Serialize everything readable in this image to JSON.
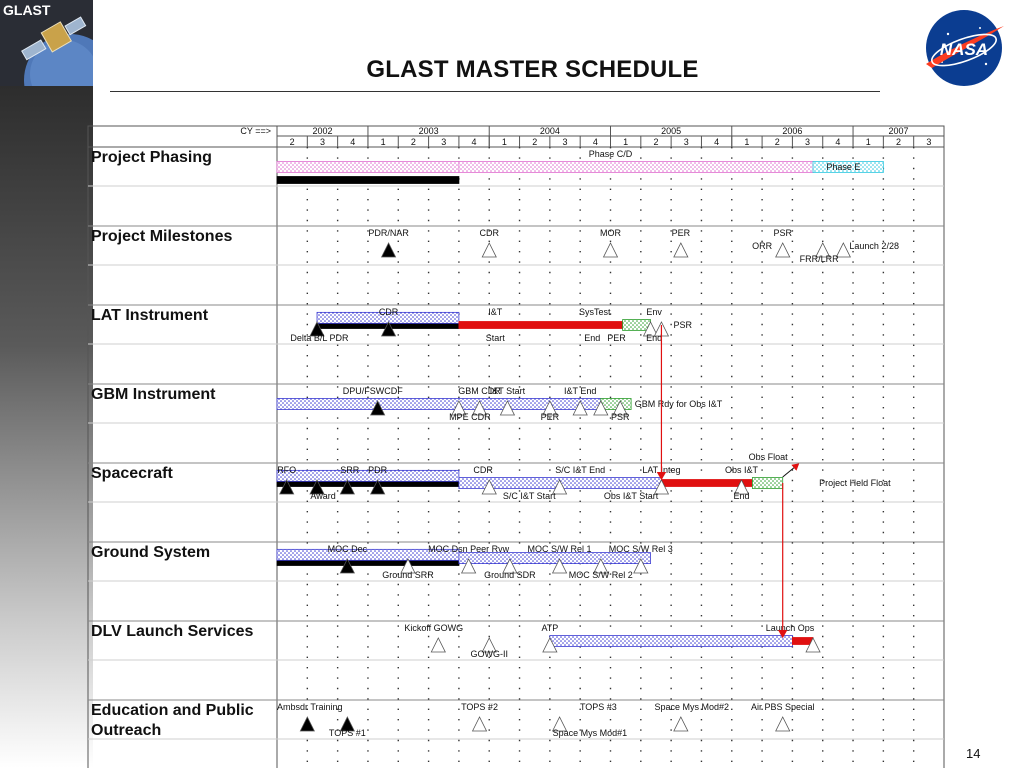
{
  "page": {
    "title": "GLAST MASTER SCHEDULE",
    "page_number": "14",
    "logos": {
      "left": {
        "text": "GLAST",
        "icon": "glast-satellite-logo"
      },
      "right": {
        "text": "NASA",
        "icon": "nasa-meatball-logo"
      }
    }
  },
  "colors": {
    "completed": "#000000",
    "planned": "#3c3cd2",
    "critical": "#e01010",
    "reserve": "#2e9e2e",
    "phase_cd": "#e070d0",
    "phase_e": "#30c8e0",
    "milestone_done": "#000000",
    "milestone_open": "#ffffff",
    "link": "#e01010"
  },
  "chart_data": {
    "type": "gantt",
    "title": "GLAST MASTER SCHEDULE",
    "axis_label": "CY ==>",
    "years": [
      {
        "label": "2002",
        "start": 2002.25
      },
      {
        "label": "2003",
        "start": 2003.0
      },
      {
        "label": "2004",
        "start": 2004.0
      },
      {
        "label": "2005",
        "start": 2005.0
      },
      {
        "label": "2006",
        "start": 2006.0
      },
      {
        "label": "2007",
        "start": 2007.0
      }
    ],
    "quarters": [
      "2",
      "3",
      "4",
      "1",
      "2",
      "3",
      "4",
      "1",
      "2",
      "3",
      "4",
      "1",
      "2",
      "3",
      "4",
      "1",
      "2",
      "3",
      "4",
      "1",
      "2",
      "3"
    ],
    "xlim": [
      2002.25,
      2007.75
    ],
    "rows": [
      {
        "label": "Project Phasing",
        "bars": [
          {
            "start": 2002.25,
            "end": 2003.75,
            "lane": 1,
            "status": "completed"
          },
          {
            "start": 2002.25,
            "end": 2003.75,
            "lane": 0,
            "status": "phase_cd"
          },
          {
            "start": 2003.75,
            "end": 2006.67,
            "lane": 0,
            "status": "phase_cd"
          },
          {
            "start": 2006.67,
            "end": 2007.25,
            "lane": 0,
            "status": "phase_e"
          }
        ],
        "milestones": [],
        "labels": [
          {
            "text": "Phase C/D",
            "x": 2005.0,
            "lane": -1,
            "anchor": "center"
          },
          {
            "text": "Phase E",
            "x": 2006.78,
            "lane": 0,
            "anchor": "start"
          }
        ]
      },
      {
        "label": "Project Milestones",
        "bars": [],
        "milestones": [
          {
            "x": 2003.17,
            "lane": 0,
            "done": true
          },
          {
            "x": 2004.0,
            "lane": 0,
            "done": false
          },
          {
            "x": 2005.0,
            "lane": 0,
            "done": false
          },
          {
            "x": 2005.58,
            "lane": 0,
            "done": false
          },
          {
            "x": 2006.42,
            "lane": 0,
            "done": false
          },
          {
            "x": 2006.75,
            "lane": 0,
            "done": false
          },
          {
            "x": 2006.92,
            "lane": 0,
            "done": false
          }
        ],
        "labels": [
          {
            "text": "PDR/NAR",
            "x": 2003.17,
            "lane": -1,
            "anchor": "center"
          },
          {
            "text": "CDR",
            "x": 2004.0,
            "lane": -1,
            "anchor": "center"
          },
          {
            "text": "MOR",
            "x": 2005.0,
            "lane": -1,
            "anchor": "center"
          },
          {
            "text": "PER",
            "x": 2005.58,
            "lane": -1,
            "anchor": "center"
          },
          {
            "text": "PSR",
            "x": 2006.42,
            "lane": -1,
            "anchor": "center"
          },
          {
            "text": "ORR",
            "x": 2006.25,
            "lane": 0,
            "anchor": "center"
          },
          {
            "text": "Launch 2/28",
            "x": 2006.97,
            "lane": 0,
            "anchor": "start"
          },
          {
            "text": "FRR/LRR",
            "x": 2006.72,
            "lane": 1,
            "anchor": "center"
          }
        ]
      },
      {
        "label": "LAT Instrument",
        "bars": [
          {
            "start": 2002.58,
            "end": 2003.75,
            "lane": 0,
            "status": "completed"
          },
          {
            "start": 2002.58,
            "end": 2003.75,
            "lane": -0.55,
            "status": "planned"
          },
          {
            "start": 2003.75,
            "end": 2005.1,
            "lane": 0,
            "status": "critical"
          },
          {
            "start": 2005.1,
            "end": 2005.33,
            "lane": 0,
            "status": "reserve"
          }
        ],
        "milestones": [
          {
            "x": 2002.58,
            "lane": 0,
            "done": true
          },
          {
            "x": 2003.17,
            "lane": 0,
            "done": true
          },
          {
            "x": 2005.33,
            "lane": 0,
            "done": false
          },
          {
            "x": 2005.42,
            "lane": 0,
            "done": false
          }
        ],
        "labels": [
          {
            "text": "CDR",
            "x": 2003.17,
            "lane": -1,
            "anchor": "center"
          },
          {
            "text": "I&T",
            "x": 2004.05,
            "lane": -1,
            "anchor": "center"
          },
          {
            "text": "SysTest",
            "x": 2004.87,
            "lane": -1,
            "anchor": "center"
          },
          {
            "text": "Env",
            "x": 2005.36,
            "lane": -1,
            "anchor": "center"
          },
          {
            "text": "PSR",
            "x": 2005.52,
            "lane": 0,
            "anchor": "start"
          },
          {
            "text": "Delta B/L PDR",
            "x": 2002.6,
            "lane": 1,
            "anchor": "center"
          },
          {
            "text": "Start",
            "x": 2004.05,
            "lane": 1,
            "anchor": "center"
          },
          {
            "text": "End",
            "x": 2004.85,
            "lane": 1,
            "anchor": "center"
          },
          {
            "text": "PER",
            "x": 2005.05,
            "lane": 1,
            "anchor": "center"
          },
          {
            "text": "End",
            "x": 2005.36,
            "lane": 1,
            "anchor": "center"
          }
        ]
      },
      {
        "label": "GBM Instrument",
        "bars": [
          {
            "start": 2002.25,
            "end": 2004.92,
            "lane": 0,
            "status": "planned"
          },
          {
            "start": 2004.92,
            "end": 2005.17,
            "lane": 0,
            "status": "reserve"
          }
        ],
        "milestones": [
          {
            "x": 2003.08,
            "lane": 0,
            "done": true
          },
          {
            "x": 2003.75,
            "lane": 0,
            "done": false
          },
          {
            "x": 2003.92,
            "lane": 0,
            "done": false
          },
          {
            "x": 2004.15,
            "lane": 0,
            "done": false
          },
          {
            "x": 2004.5,
            "lane": 0,
            "done": false
          },
          {
            "x": 2004.75,
            "lane": 0,
            "done": false
          },
          {
            "x": 2004.92,
            "lane": 0,
            "done": false
          },
          {
            "x": 2005.08,
            "lane": 0,
            "done": false
          }
        ],
        "labels": [
          {
            "text": "DPU/FSWCDF",
            "x": 2003.04,
            "lane": -1,
            "anchor": "center"
          },
          {
            "text": "GBM CDR",
            "x": 2003.92,
            "lane": -1,
            "anchor": "center"
          },
          {
            "text": "I&T Start",
            "x": 2004.15,
            "lane": -1,
            "anchor": "center"
          },
          {
            "text": "I&T End",
            "x": 2004.75,
            "lane": -1,
            "anchor": "center"
          },
          {
            "text": "GBM Rdy for Obs I&T",
            "x": 2005.2,
            "lane": 0,
            "anchor": "start"
          },
          {
            "text": "MPE CDR",
            "x": 2003.84,
            "lane": 1,
            "anchor": "center"
          },
          {
            "text": "PER",
            "x": 2004.5,
            "lane": 1,
            "anchor": "center"
          },
          {
            "text": "PSR",
            "x": 2005.08,
            "lane": 1,
            "anchor": "center"
          }
        ]
      },
      {
        "label": "Spacecraft",
        "bars": [
          {
            "start": 2002.25,
            "end": 2003.75,
            "lane": 0,
            "status": "completed"
          },
          {
            "start": 2002.25,
            "end": 2003.75,
            "lane": -0.55,
            "status": "planned"
          },
          {
            "start": 2003.75,
            "end": 2005.42,
            "lane": 0,
            "status": "planned"
          },
          {
            "start": 2005.42,
            "end": 2006.17,
            "lane": 0,
            "status": "critical"
          },
          {
            "start": 2006.17,
            "end": 2006.42,
            "lane": 0,
            "status": "reserve"
          }
        ],
        "milestones": [
          {
            "x": 2002.33,
            "lane": 0,
            "done": true
          },
          {
            "x": 2002.58,
            "lane": 0,
            "done": true
          },
          {
            "x": 2002.83,
            "lane": 0,
            "done": true
          },
          {
            "x": 2003.08,
            "lane": 0,
            "done": true
          },
          {
            "x": 2004.0,
            "lane": 0,
            "done": false
          },
          {
            "x": 2004.58,
            "lane": 0,
            "done": false
          },
          {
            "x": 2005.42,
            "lane": 0,
            "done": false
          },
          {
            "x": 2006.08,
            "lane": 0,
            "done": false
          }
        ],
        "labels": [
          {
            "text": "Obs Float",
            "x": 2006.3,
            "lane": -2,
            "anchor": "center"
          },
          {
            "text": "RFO",
            "x": 2002.33,
            "lane": -1,
            "anchor": "center"
          },
          {
            "text": "SRR",
            "x": 2002.85,
            "lane": -1,
            "anchor": "center"
          },
          {
            "text": "PDR",
            "x": 2003.08,
            "lane": -1,
            "anchor": "center"
          },
          {
            "text": "CDR",
            "x": 2003.95,
            "lane": -1,
            "anchor": "center"
          },
          {
            "text": "S/C I&T End",
            "x": 2004.75,
            "lane": -1,
            "anchor": "center"
          },
          {
            "text": "LAT Integ",
            "x": 2005.42,
            "lane": -1,
            "anchor": "center"
          },
          {
            "text": "Obs I&T",
            "x": 2006.08,
            "lane": -1,
            "anchor": "center"
          },
          {
            "text": "Project Held Float",
            "x": 2006.72,
            "lane": 0,
            "anchor": "start"
          },
          {
            "text": "Award",
            "x": 2002.63,
            "lane": 1,
            "anchor": "center"
          },
          {
            "text": "S/C I&T Start",
            "x": 2004.33,
            "lane": 1,
            "anchor": "center"
          },
          {
            "text": "Obs I&T Start",
            "x": 2005.17,
            "lane": 1,
            "anchor": "center"
          },
          {
            "text": "End",
            "x": 2006.08,
            "lane": 1,
            "anchor": "center"
          }
        ]
      },
      {
        "label": "Ground System",
        "bars": [
          {
            "start": 2002.25,
            "end": 2003.75,
            "lane": 0,
            "status": "completed"
          },
          {
            "start": 2002.25,
            "end": 2003.75,
            "lane": -0.55,
            "status": "planned"
          },
          {
            "start": 2003.75,
            "end": 2005.33,
            "lane": -0.3,
            "status": "planned"
          }
        ],
        "milestones": [
          {
            "x": 2002.83,
            "lane": 0,
            "done": true
          },
          {
            "x": 2003.33,
            "lane": 0,
            "done": false
          },
          {
            "x": 2003.83,
            "lane": 0,
            "done": false
          },
          {
            "x": 2004.17,
            "lane": 0,
            "done": false
          },
          {
            "x": 2004.58,
            "lane": 0,
            "done": false
          },
          {
            "x": 2004.92,
            "lane": 0,
            "done": false
          },
          {
            "x": 2005.25,
            "lane": 0,
            "done": false
          }
        ],
        "labels": [
          {
            "text": "MOC Dec",
            "x": 2002.83,
            "lane": -1,
            "anchor": "center"
          },
          {
            "text": "MOC Dsn Peer Rvw",
            "x": 2003.83,
            "lane": -1,
            "anchor": "center"
          },
          {
            "text": "MOC S/W Rel 1",
            "x": 2004.58,
            "lane": -1,
            "anchor": "center"
          },
          {
            "text": "MOC S/W Rel 3",
            "x": 2005.25,
            "lane": -1,
            "anchor": "center"
          },
          {
            "text": "Ground SRR",
            "x": 2003.33,
            "lane": 1,
            "anchor": "center"
          },
          {
            "text": "Ground SDR",
            "x": 2004.17,
            "lane": 1,
            "anchor": "center"
          },
          {
            "text": "MOC S/W Rel 2",
            "x": 2004.92,
            "lane": 1,
            "anchor": "center"
          }
        ]
      },
      {
        "label": "DLV Launch Services",
        "bars": [
          {
            "start": 2004.5,
            "end": 2006.5,
            "lane": 0,
            "status": "planned"
          },
          {
            "start": 2006.5,
            "end": 2006.67,
            "lane": 0,
            "status": "critical"
          }
        ],
        "milestones": [
          {
            "x": 2003.58,
            "lane": 0,
            "done": false
          },
          {
            "x": 2004.0,
            "lane": 0,
            "done": false
          },
          {
            "x": 2004.5,
            "lane": 0,
            "done": false
          },
          {
            "x": 2006.67,
            "lane": 0,
            "done": false
          }
        ],
        "labels": [
          {
            "text": "Kickoff GOWG",
            "x": 2003.3,
            "lane": -1,
            "anchor": "start"
          },
          {
            "text": "ATP",
            "x": 2004.5,
            "lane": -1,
            "anchor": "center"
          },
          {
            "text": "Launch Ops",
            "x": 2006.48,
            "lane": -1,
            "anchor": "center"
          },
          {
            "text": "GOWG-II",
            "x": 2004.0,
            "lane": 1,
            "anchor": "center"
          }
        ]
      },
      {
        "label": "Education and Public Outreach",
        "bars": [],
        "milestones": [
          {
            "x": 2002.5,
            "lane": 0,
            "done": true
          },
          {
            "x": 2002.83,
            "lane": 0,
            "done": true
          },
          {
            "x": 2003.92,
            "lane": 0,
            "done": false
          },
          {
            "x": 2004.58,
            "lane": 0,
            "done": false
          },
          {
            "x": 2005.58,
            "lane": 0,
            "done": false
          },
          {
            "x": 2006.42,
            "lane": 0,
            "done": false
          }
        ],
        "labels": [
          {
            "text": "Ambsdr Training",
            "x": 2002.52,
            "lane": -1,
            "anchor": "center"
          },
          {
            "text": "TOPS #2",
            "x": 2003.92,
            "lane": -1,
            "anchor": "center"
          },
          {
            "text": "TOPS #3",
            "x": 2004.9,
            "lane": -1,
            "anchor": "center"
          },
          {
            "text": "Space Mys Mod#2",
            "x": 2005.67,
            "lane": -1,
            "anchor": "center"
          },
          {
            "text": "Air PBS Special",
            "x": 2006.42,
            "lane": -1,
            "anchor": "center"
          },
          {
            "text": "TOPS #1",
            "x": 2002.83,
            "lane": 1,
            "anchor": "center"
          },
          {
            "text": "Space Mys Mod#1",
            "x": 2004.83,
            "lane": 1,
            "anchor": "center"
          }
        ]
      }
    ],
    "links": [
      {
        "from_row": 2,
        "from_x": 2005.42,
        "to_row": 4,
        "to_x": 2005.42
      },
      {
        "from_row": 4,
        "from_x": 2006.42,
        "to_row": 6,
        "to_x": 2006.42
      },
      {
        "from_row": 4,
        "from_x": 2006.42,
        "to_row": 4,
        "to_x": 2006.55,
        "kind": "float-arrow"
      }
    ]
  }
}
